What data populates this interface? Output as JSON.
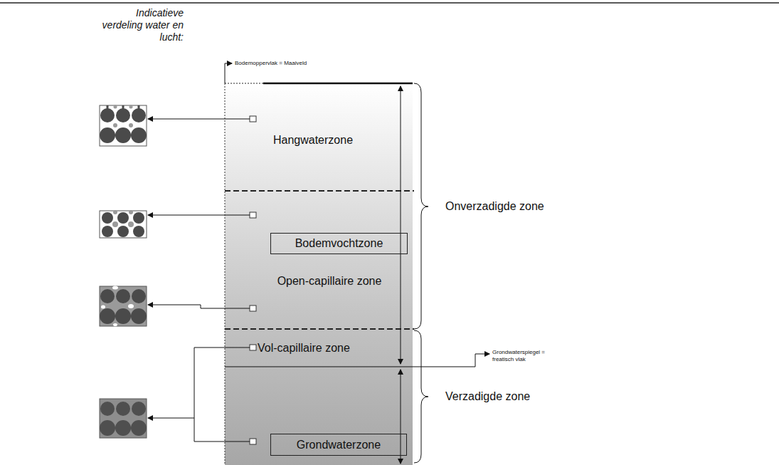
{
  "diagram": {
    "nodes": [
      {
        "text": [
          "Bodemvochtzone"
        ]
      },
      {
        "text": [
          "Grondwaterzone"
        ]
      }
    ],
    "labels": [
      "Indicatieve verdeling water en lucht:",
      "Bodemoppervlak = Maaiveld",
      "Hangwaterzone",
      "Onverzadigde zone",
      "Open-capillaire zone",
      "Grondwaterspiegel = freatisch vlak",
      "Vol-capillaire zone",
      "Verzadigde zone"
    ]
  }
}
